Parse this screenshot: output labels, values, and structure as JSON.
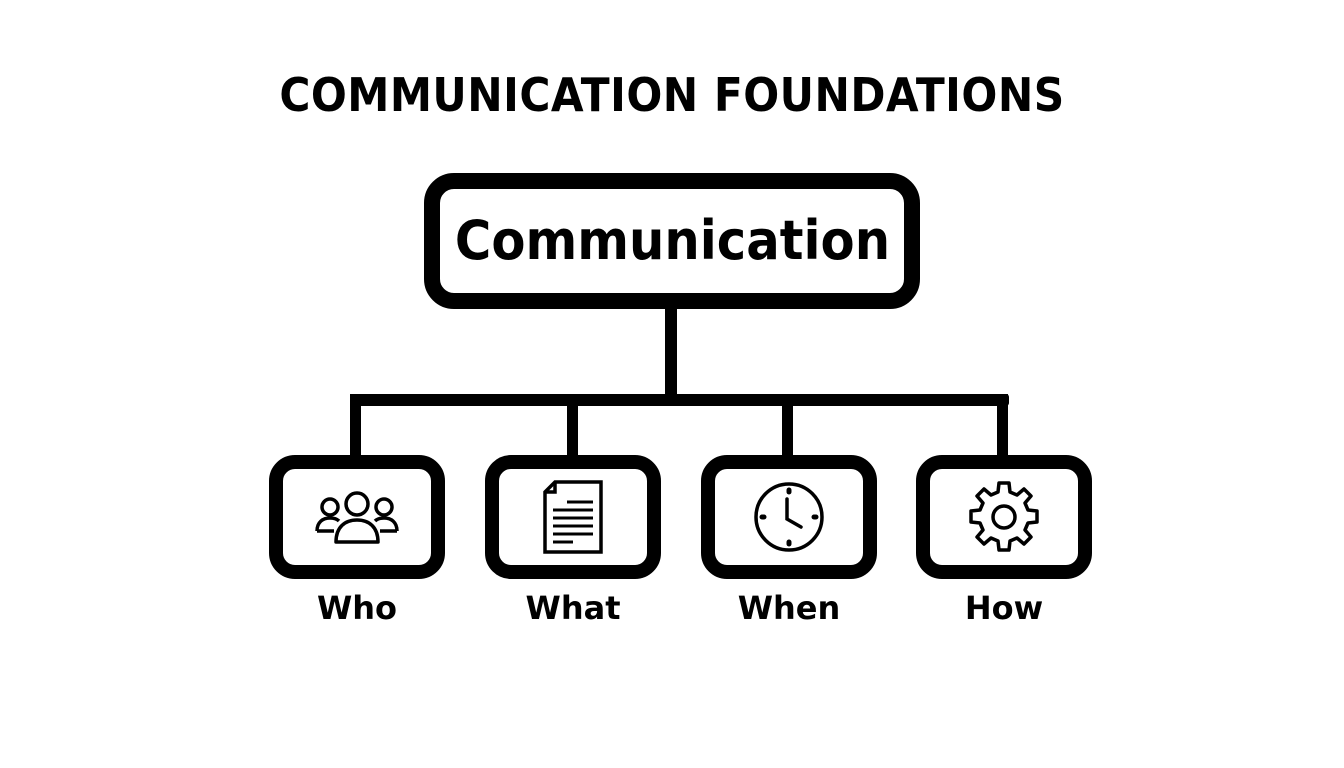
{
  "title": "COMMUNICATION FOUNDATIONS",
  "root": {
    "label": "Communication"
  },
  "children": [
    {
      "label": "Who",
      "icon": "people-group-icon"
    },
    {
      "label": "What",
      "icon": "document-icon"
    },
    {
      "label": "When",
      "icon": "clock-icon"
    },
    {
      "label": "How",
      "icon": "gear-icon"
    }
  ],
  "colors": {
    "stroke": "#000000",
    "background": "#ffffff"
  }
}
